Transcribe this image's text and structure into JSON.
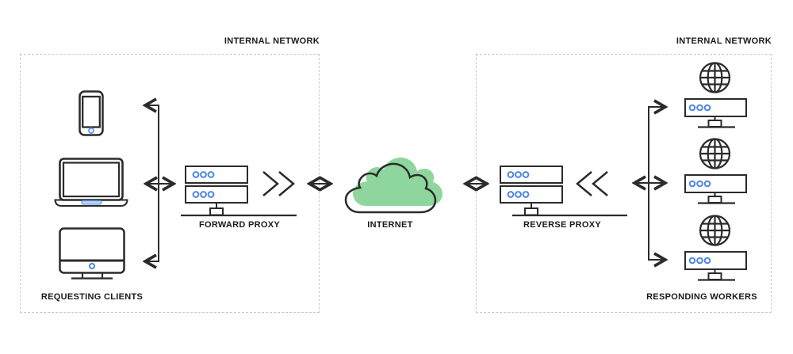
{
  "diagram": {
    "left_network": {
      "title": "INTERNAL NETWORK",
      "clients_label": "REQUESTING CLIENTS",
      "proxy_label": "FORWARD PROXY"
    },
    "internet_label": "INTERNET",
    "right_network": {
      "title": "INTERNAL NETWORK",
      "proxy_label": "REVERSE PROXY",
      "workers_label": "RESPONDING WORKERS"
    }
  },
  "icons": {
    "smartphone-icon": "smartphone outline with home button",
    "laptop-icon": "laptop outline with trackpad",
    "desktop-icon": "desktop monitor outline with stand",
    "server-stack-icon": "two stacked server units with status dots and stand",
    "server-icon": "single server unit with status dots and stand",
    "globe-icon": "wireframe globe",
    "cloud-icon": "cloud with green offset silhouette",
    "chevron-right-icon": "double chevron pointing right",
    "chevron-left-icon": "double chevron pointing left",
    "double-arrow-icon": "two-headed horizontal arrow"
  },
  "colors": {
    "ink": "#2b2b2b",
    "label": "#1a1a1a",
    "accent-blue": "#4c86e0",
    "accent-blue-light": "#6f9fe8",
    "trackpad-fill": "#bcd5f3",
    "cloud-green": "#8ed69e",
    "dash": "#c9c9c9"
  }
}
